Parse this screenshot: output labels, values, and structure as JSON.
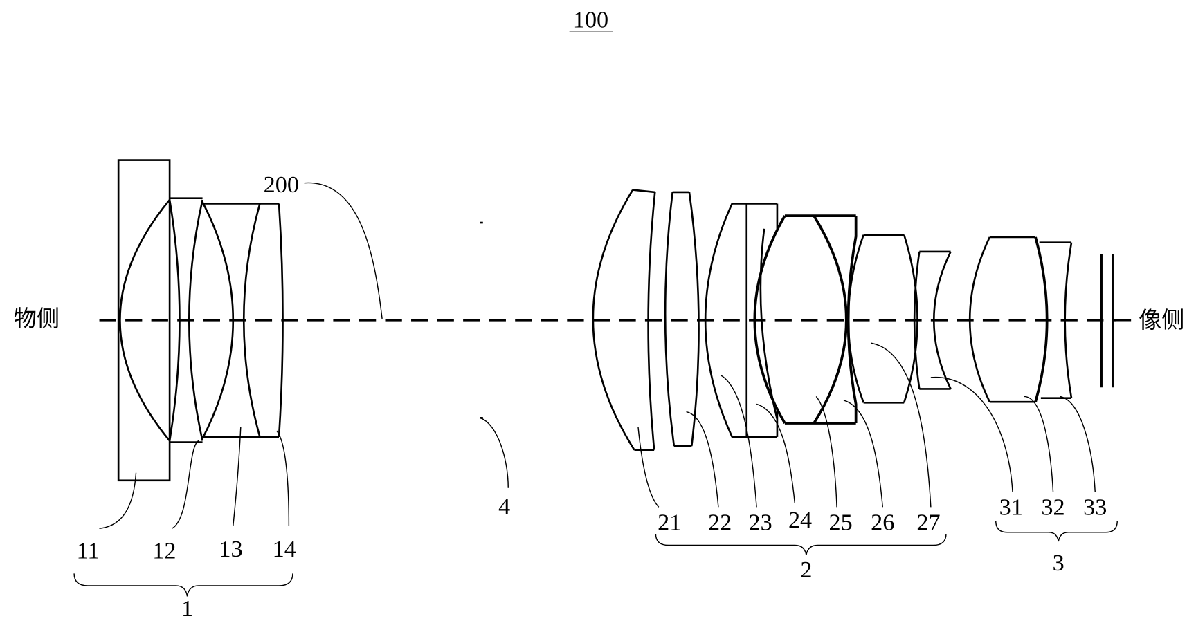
{
  "title": "100",
  "object_side": "物侧",
  "image_side": "像侧",
  "axis_label": "200",
  "stop_label": "4",
  "groups": [
    {
      "label": "1",
      "lenses": [
        "11",
        "12",
        "13",
        "14"
      ]
    },
    {
      "label": "2",
      "lenses": [
        "21",
        "22",
        "23",
        "24",
        "25",
        "26",
        "27"
      ]
    },
    {
      "label": "3",
      "lenses": [
        "31",
        "32",
        "33"
      ]
    }
  ]
}
